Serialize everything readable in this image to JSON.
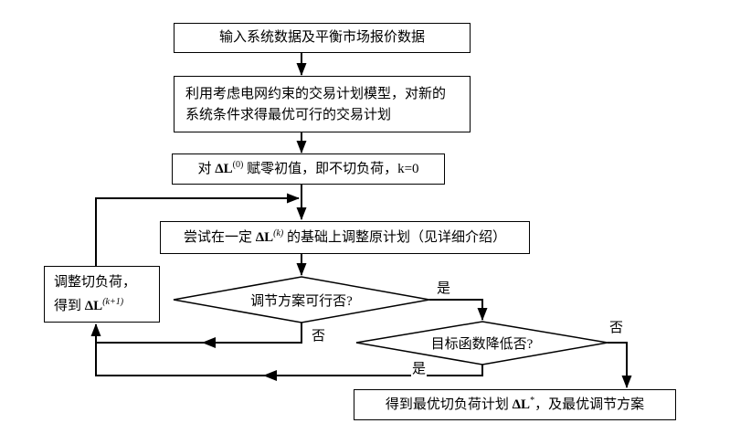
{
  "flowchart": {
    "background": "#ffffff",
    "line_color": "#000000",
    "nodes": {
      "input_box": {
        "text": "输入系统数据及平衡市场报价数据"
      },
      "model_box": {
        "text": "利用考虑电网约束的交易计划模型，对新的系统条件求得最优可行的交易计划"
      },
      "init_box": {
        "pre": "对 ",
        "sym": "ΔL",
        "sup": "(0)",
        "post": " 赋零初值，即不切负荷，k=0"
      },
      "adjust_plan_box": {
        "pre": "尝试在一定 ",
        "sym": "ΔL",
        "sup": "(k)",
        "post": " 的基础上调整原计划（见详细介绍）"
      },
      "feasible_decision": {
        "text": "调节方案可行否?"
      },
      "objective_decision": {
        "text": "目标函数降低否?"
      },
      "load_shed_box": {
        "line1": "调整切负荷，",
        "line2_pre": "得到 ",
        "sym": "ΔL",
        "sup": "(k+1)"
      },
      "result_box": {
        "pre": "得到最优切负荷计划 ",
        "sym": "ΔL",
        "sup": "*",
        "post": "，及最优调节方案"
      }
    },
    "edge_labels": {
      "feasible_yes": "是",
      "feasible_no": "否",
      "objective_no": "否",
      "objective_yes": "是"
    }
  }
}
